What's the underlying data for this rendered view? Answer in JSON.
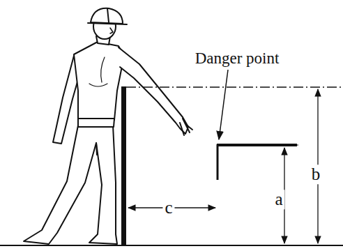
{
  "diagram": {
    "labels": [
      "Danger point",
      "a",
      "b",
      "c"
    ]
  }
}
